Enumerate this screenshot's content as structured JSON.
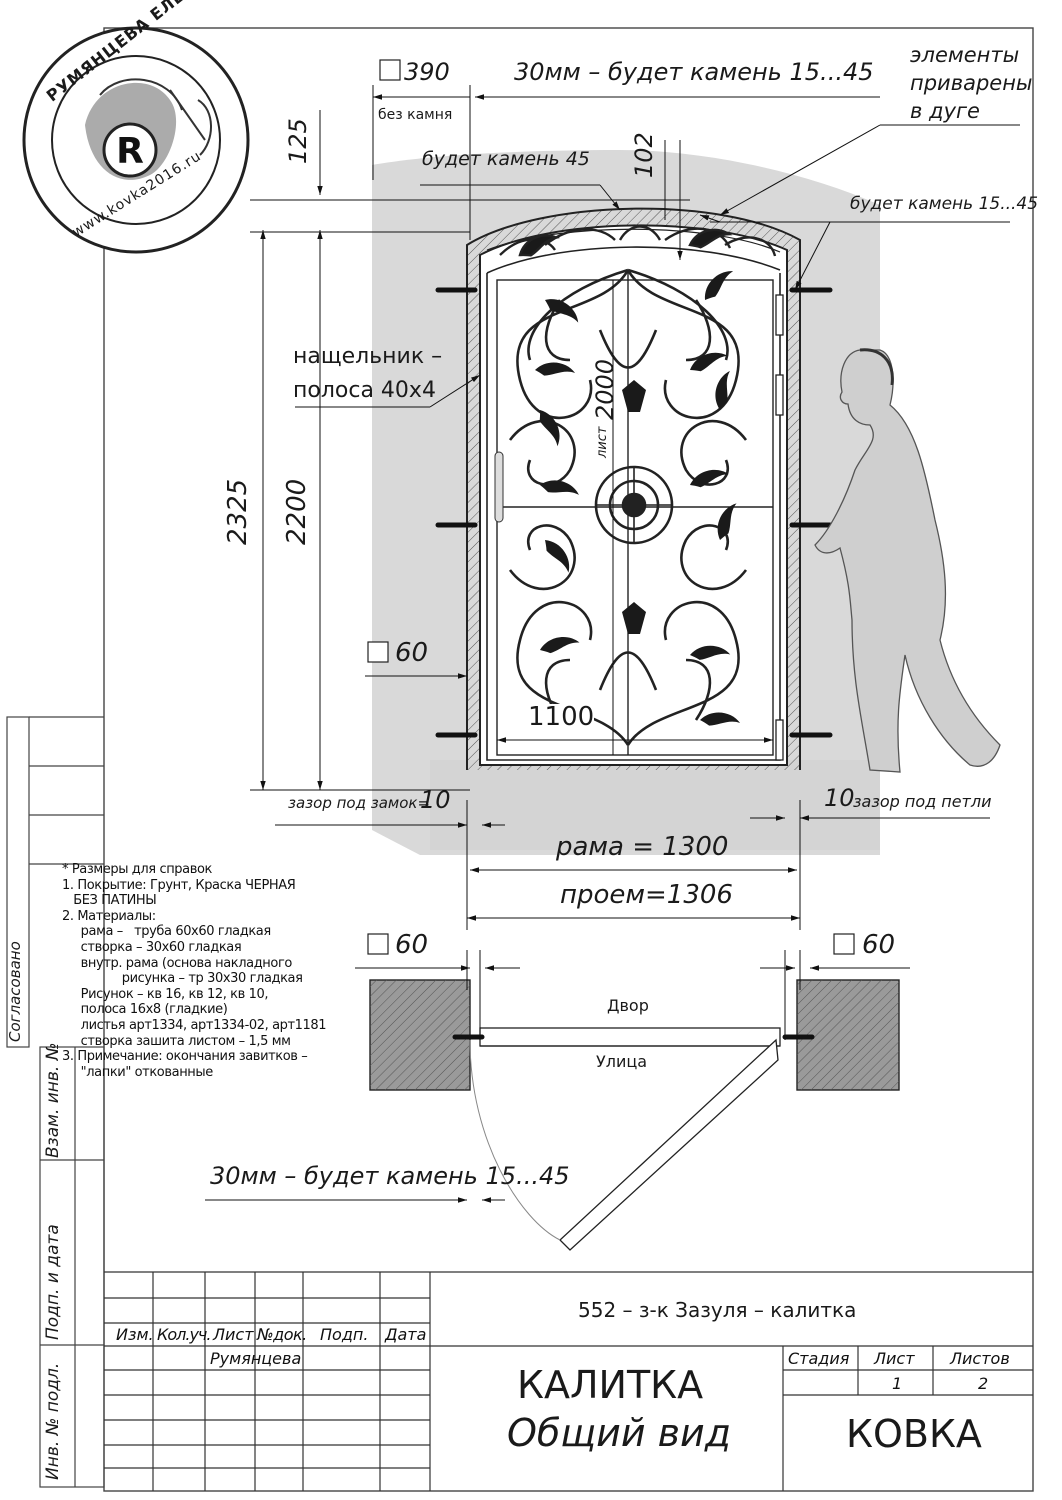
{
  "logo": {
    "ring_text": "РУМЯНЦЕВА ЕЛЕНА",
    "url": "www.kovka2016.ru",
    "monogram": "R"
  },
  "top_notes": {
    "box_390": "390",
    "stone_30mm": "30мм – будет камень 15...45",
    "no_stone": "без камня",
    "welded": [
      "элементы",
      "приварены",
      "в дуге"
    ],
    "stone_45": "будет камень 45",
    "dim_102": "102",
    "stone_15_45_right": "будет камень 15...45"
  },
  "elevation": {
    "dim_125": "125",
    "dim_2325": "2325",
    "dim_2200": "2200",
    "strike_plate": [
      "нащельник –",
      "полоса 40х4"
    ],
    "sheet_2000": "2000",
    "sheet_label": "лист",
    "box_60": "60",
    "dim_1100": "1100",
    "gap_lock": "зазор под замок=",
    "gap_lock_value": "10",
    "gap_hinge_value": "10",
    "gap_hinge": "зазор под петли",
    "frame": "рама = 1300",
    "opening": "проем=1306"
  },
  "plan": {
    "box_left": "60",
    "box_right": "60",
    "yard": "Двор",
    "street": "Улица",
    "stone_note": "30мм – будет камень 15...45"
  },
  "notes": [
    "* Размеры для справок",
    "1. Покрытие: Грунт, Краска ЧЕРНАЯ",
    "   БЕЗ ПАТИНЫ",
    "2. Материалы:",
    "     рама –   труба 60х60 гладкая",
    "     створка – 30х60 гладкая",
    "     внутр. рама (основа накладного",
    "                рисунка – тр 30х30 гладкая",
    "     Рисунок – кв 16, кв 12, кв 10,",
    "     полоса 16х8 (гладкие)",
    "     листья арт1334, арт1334-02, арт1181",
    "     створка зашита листом – 1,5 мм",
    "3. Примечание: окончания завитков –",
    "     \"лапки\" откованные"
  ],
  "side_stamp": {
    "agreed": "Согласовано",
    "replace_inv": "Взам. инв. №",
    "sign_date": "Подп. и дата",
    "inv_orig": "Инв. № подл."
  },
  "title_block": {
    "project": "552 – з-к Зазуля – калитка",
    "columns": [
      "Изм.",
      "Кол.уч.",
      "Лист",
      "№док.",
      "Подп.",
      "Дата"
    ],
    "designer": "Румянцева",
    "title_line1": "КАЛИТКА",
    "title_line2": "Общий вид",
    "stage_header": "Стадия",
    "sheet_header": "Лист",
    "sheets_header": "Листов",
    "sheet_value": "1",
    "sheets_value": "2",
    "company": "КОВКА"
  }
}
